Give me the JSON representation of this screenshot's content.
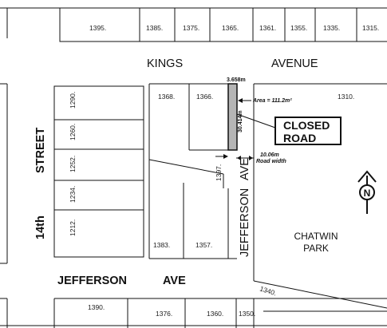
{
  "streets": {
    "kings": "KINGS",
    "avenue": "AVENUE",
    "fourteenth": "14th",
    "street": "STREET",
    "jefferson_bottom": "JEFFERSON",
    "jefferson_bottom_ave": "AVE",
    "jefferson_vertical": "JEFFERSON",
    "jefferson_vertical_ave": "AVE"
  },
  "park": {
    "line1": "CHATWIN",
    "line2": "PARK"
  },
  "callout": {
    "line1": "CLOSED",
    "line2": "ROAD"
  },
  "annotations": {
    "width": "3.658m",
    "length": "30.414m",
    "area": "Area = 111.2m²",
    "road_width_value": "10.06m",
    "road_width_label": "Road width"
  },
  "north_label": "N",
  "lots": {
    "top_row": [
      "1395.",
      "1385.",
      "1375.",
      "1365.",
      "1361.",
      "1355.",
      "1335.",
      "1315."
    ],
    "west_block": [
      "1290.",
      "1260.",
      "1252.",
      "1234.",
      "1212."
    ],
    "center": [
      "1368.",
      "1366.",
      "1397.",
      "1383.",
      "1357.",
      "1310."
    ],
    "bottom_row": [
      "1390.",
      "1376.",
      "1360.",
      "1350.",
      "1340."
    ]
  },
  "colors": {
    "line": "#111111",
    "closed_road_fill": "#b5b5b5",
    "background": "#ffffff"
  }
}
